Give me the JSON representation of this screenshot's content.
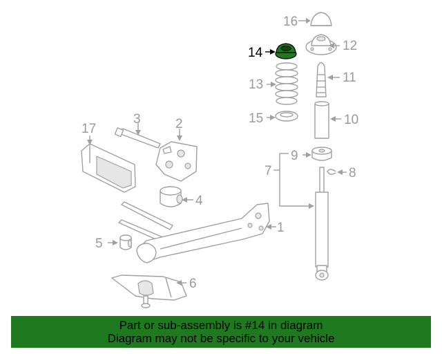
{
  "highlight_color": "#1f7a1f",
  "callouts": {
    "c1": "1",
    "c2": "2",
    "c3": "3",
    "c4": "4",
    "c5": "5",
    "c6": "6",
    "c7": "7",
    "c8": "8",
    "c9": "9",
    "c10": "10",
    "c11": "11",
    "c12": "12",
    "c13": "13",
    "c14": "14",
    "c15": "15",
    "c16": "16",
    "c17": "17"
  },
  "banner": {
    "line1": "Part or sub-assembly is #14 in diagram",
    "line2": "Diagram may not be specific to your vehicle"
  }
}
